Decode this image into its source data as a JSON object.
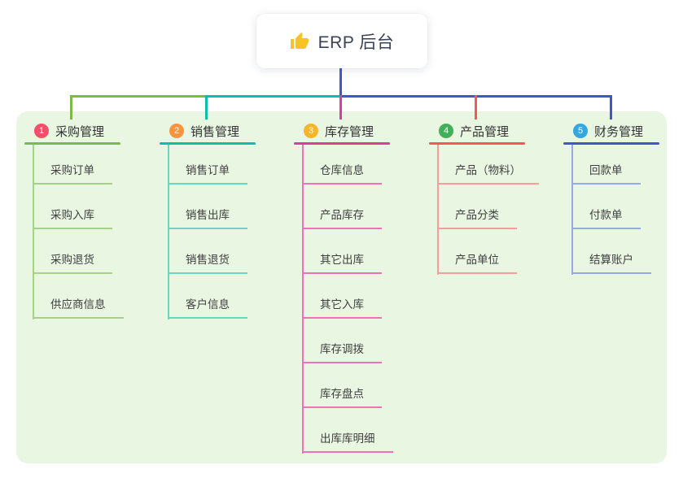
{
  "root": {
    "icon": "thumbs-up",
    "label": "ERP 后台"
  },
  "colors": {
    "canvas_bg": "#FFFFFF",
    "panel_bg": "#E8F6E2",
    "root_text": "#3A4254",
    "child_text": "#3F3F3F",
    "root_line": "#4456C7",
    "icon_yellow": "#F7C325"
  },
  "branches": [
    {
      "index": "1",
      "label": "采购管理",
      "badge_color": "#F2506A",
      "line_color": "#7CBA45",
      "light_color": "#A6D287",
      "children": [
        "采购订单",
        "采购入库",
        "采购退货",
        "供应商信息"
      ]
    },
    {
      "index": "2",
      "label": "销售管理",
      "badge_color": "#F79441",
      "line_color": "#12BCAB",
      "light_color": "#6FD3C2",
      "children": [
        "销售订单",
        "销售出库",
        "销售退货",
        "客户信息"
      ]
    },
    {
      "index": "3",
      "label": "库存管理",
      "badge_color": "#F7B52C",
      "line_color": "#DC3C9E",
      "light_color": "#EE71BA",
      "children": [
        "仓库信息",
        "产品库存",
        "其它出库",
        "其它入库",
        "库存调拨",
        "库存盘点",
        "出库库明细"
      ]
    },
    {
      "index": "4",
      "label": "产品管理",
      "badge_color": "#3FAF5A",
      "line_color": "#F25858",
      "light_color": "#F59C9C",
      "children": [
        "产品（物料）",
        "产品分类",
        "产品单位"
      ]
    },
    {
      "index": "5",
      "label": "财务管理",
      "badge_color": "#36A6DF",
      "line_color": "#4456C7",
      "light_color": "#96A9E2",
      "children": [
        "回款单",
        "付款单",
        "结算账户"
      ]
    }
  ]
}
